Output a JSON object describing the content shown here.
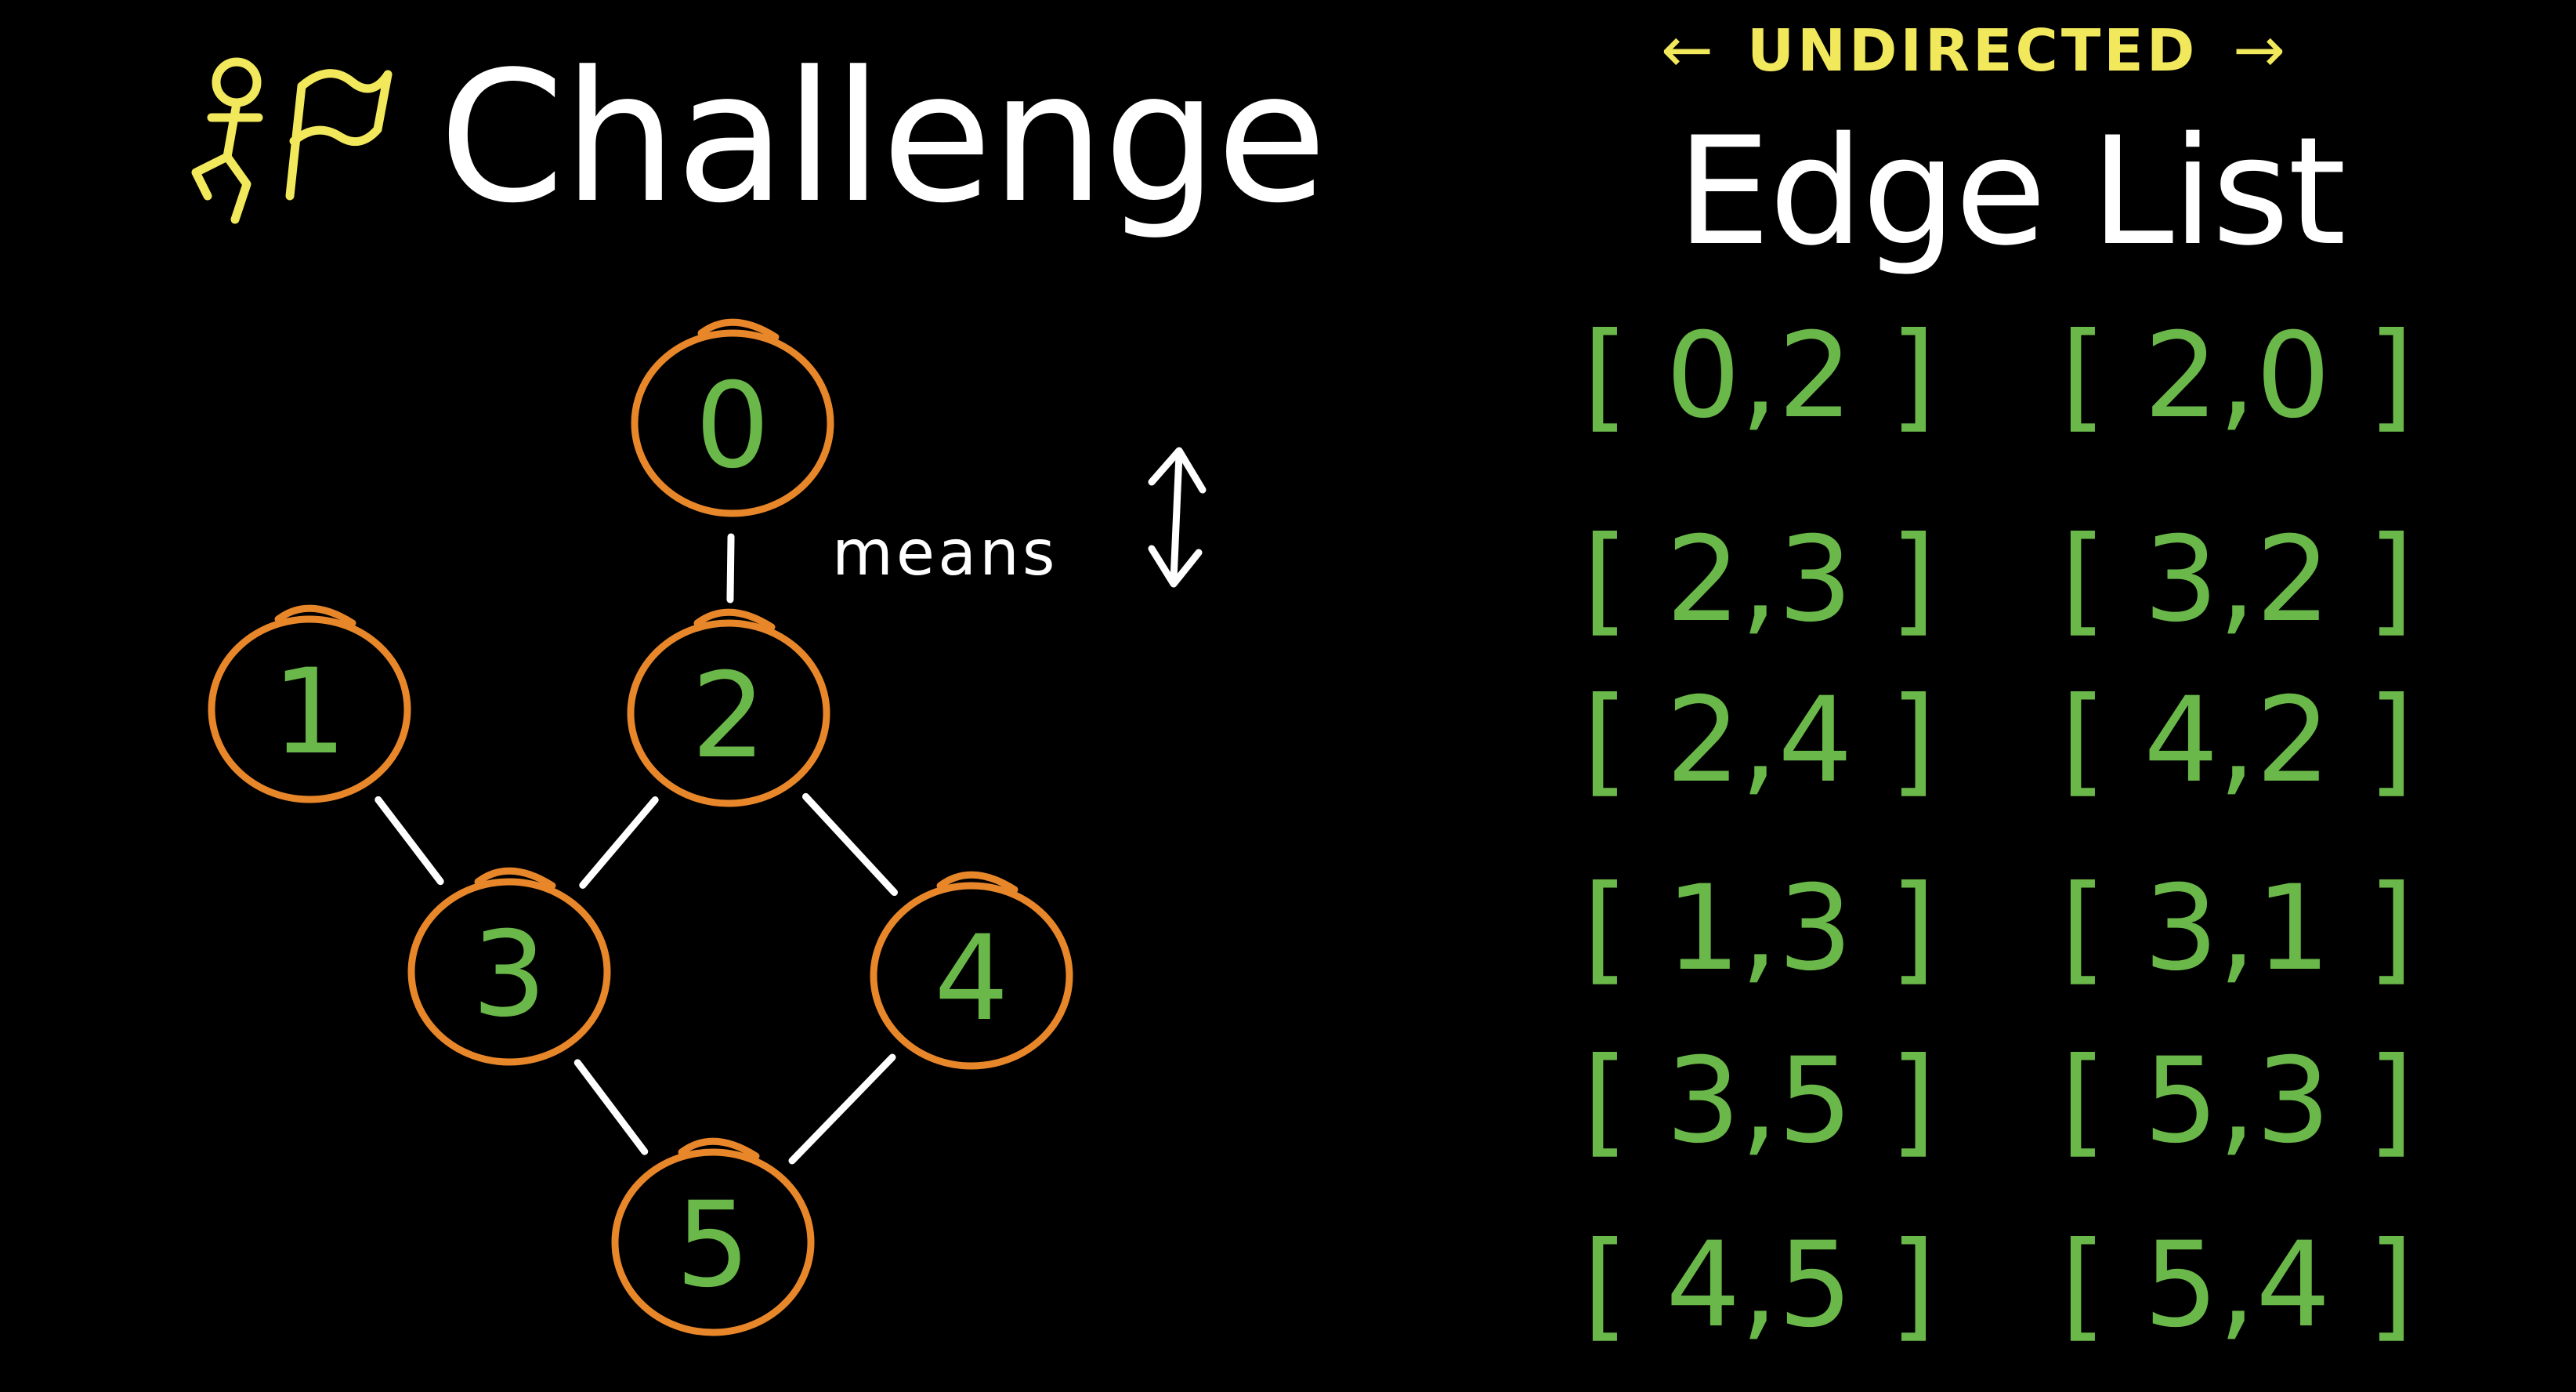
{
  "header": {
    "title": "Challenge",
    "icon": "running-flag-icon"
  },
  "edge_list": {
    "annotation": "UNDIRECTED",
    "title": "Edge List",
    "rows": [
      [
        "[ 0,2 ]",
        "[ 2,0 ]"
      ],
      [
        "[ 2,3 ]",
        "[ 3,2 ]"
      ],
      [
        "[ 2,4 ]",
        "[ 4,2 ]"
      ],
      [
        "[ 1,3 ]",
        "[ 3,1 ]"
      ],
      [
        "[ 3,5 ]",
        "[ 5,3 ]"
      ],
      [
        "[ 4,5 ]",
        "[ 5,4 ]"
      ]
    ]
  },
  "graph": {
    "nodes": [
      "0",
      "1",
      "2",
      "3",
      "4",
      "5"
    ],
    "edges": [
      [
        "0",
        "2"
      ],
      [
        "1",
        "3"
      ],
      [
        "2",
        "3"
      ],
      [
        "2",
        "4"
      ],
      [
        "3",
        "5"
      ],
      [
        "4",
        "5"
      ]
    ],
    "means_label": "means",
    "means_icon": "up-down-arrow-icon"
  },
  "colors": {
    "background": "#000000",
    "title": "#ffffff",
    "node_circle": "#e8862a",
    "node_label": "#6bb84a",
    "edge_line": "#ffffff",
    "edge_list_text": "#6bb84a",
    "annotation": "#f2e85c"
  }
}
